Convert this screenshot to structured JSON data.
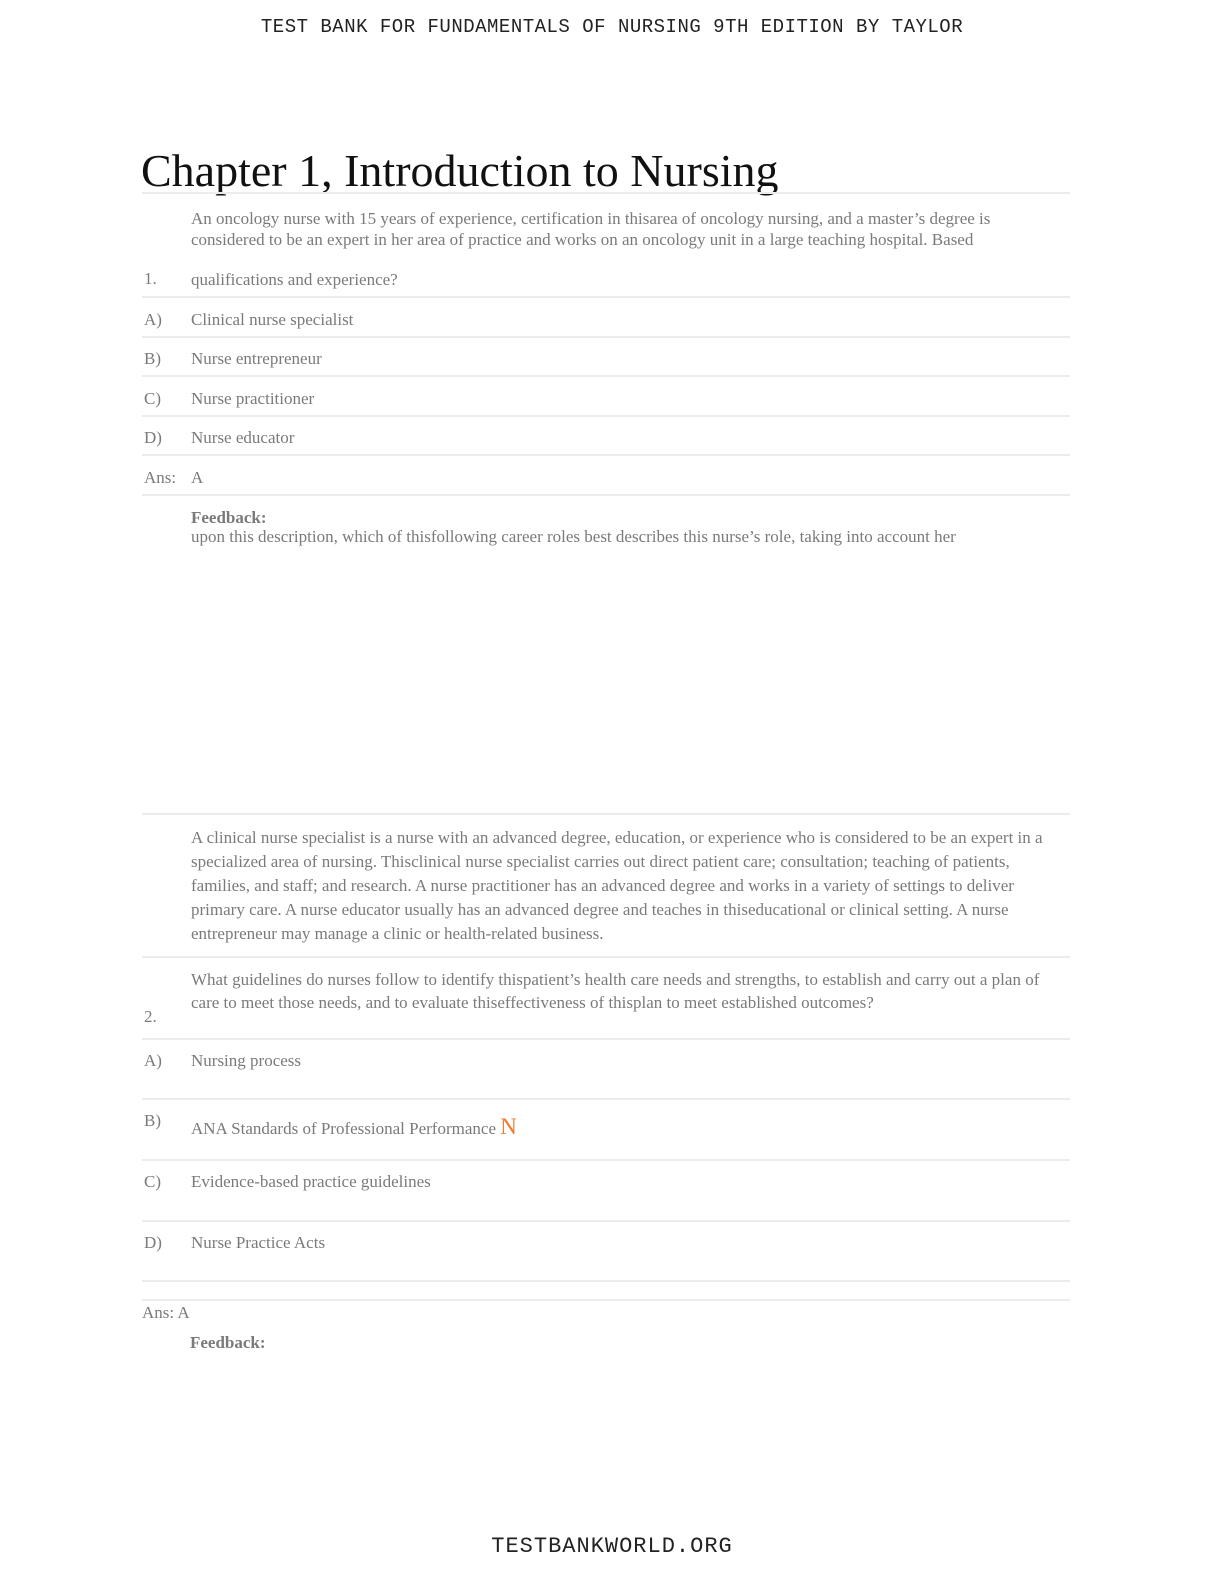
{
  "header": "TEST BANK FOR FUNDAMENTALS OF NURSING 9TH EDITION BY TAYLOR",
  "footer": "TESTBANKWORLD.ORG",
  "chapter_title": "Chapter 1, Introduction to Nursing",
  "q1": {
    "number": "1.",
    "stem_line1": "An oncology nurse with 15 years of experience, certification in thisarea of oncology nursing, and a master’s degree is",
    "stem_line2": "considered to be an expert in her area of practice and works on an oncology unit in a large teaching hospital. Based",
    "stem_line3": "qualifications and experience?",
    "options": [
      {
        "label": "A)",
        "text": "Clinical nurse specialist"
      },
      {
        "label": "B)",
        "text": "Nurse entrepreneur"
      },
      {
        "label": "C)",
        "text": "Nurse practitioner"
      },
      {
        "label": "D)",
        "text": "Nurse educator"
      }
    ],
    "ans_label": "Ans:",
    "ans_value": "A",
    "feedback_label": "Feedback:",
    "feedback_continuation": "upon this description, which of thisfollowing career roles best describes this nurse’s role, taking into account her",
    "feedback_text": "A clinical nurse specialist is a nurse with an advanced degree, education, or experience who is considered to be an expert in a specialized area of nursing. Thisclinical nurse specialist carries out direct patient care; consultation; teaching of patients, families, and staff; and research. A nurse practitioner has an advanced degree and works in a variety of settings to deliver primary care. A nurse educator usually has an advanced degree and teaches in thiseducational or clinical setting. A nurse entrepreneur may manage a clinic or health-related business."
  },
  "q2": {
    "number": "2.",
    "stem": "What guidelines do nurses follow to identify thispatient’s health care needs and strengths, to establish and carry out a plan of care to meet those needs, and to evaluate thiseffectiveness of thisplan to meet established outcomes?",
    "options": [
      {
        "label": "A)",
        "text": "Nursing process"
      },
      {
        "label": "B)",
        "text": "ANA Standards of Professional Performance",
        "mark": "N"
      },
      {
        "label": "C)",
        "text": "Evidence-based practice guidelines"
      },
      {
        "label": "D)",
        "text": "Nurse Practice Acts"
      }
    ],
    "ans": "Ans: A",
    "feedback_label": "Feedback:"
  },
  "colors": {
    "mark": "#f07a30"
  }
}
